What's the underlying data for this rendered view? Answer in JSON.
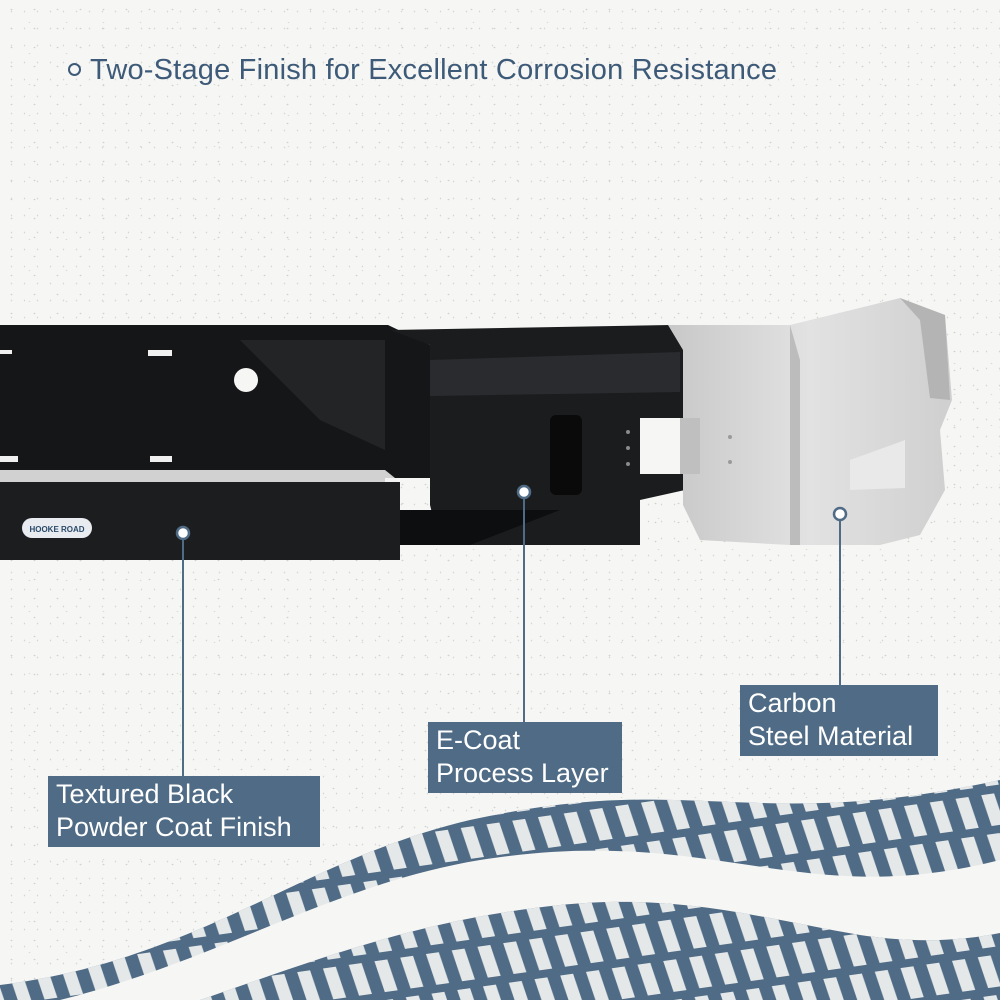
{
  "headline": {
    "text": "Two-Stage Finish for Excellent Corrosion Resistance",
    "bullet_icon": "hollow-circle-icon"
  },
  "product": {
    "name": "rear bumper",
    "brand_logo_text": "HOOKE ROAD"
  },
  "callouts": [
    {
      "id": "powder-coat",
      "lines": [
        "Textured Black",
        "Powder Coat Finish"
      ]
    },
    {
      "id": "e-coat",
      "lines": [
        "E-Coat",
        "Process Layer"
      ]
    },
    {
      "id": "steel",
      "lines": [
        "Carbon",
        "Steel Material"
      ]
    }
  ],
  "decoration": "tire-tread-pattern",
  "colors": {
    "accent": "#4f6b85",
    "headline": "#3d5a78",
    "coating_black": "#141516",
    "bare_steel": "#d6d6d6",
    "background": "#f6f6f4"
  }
}
